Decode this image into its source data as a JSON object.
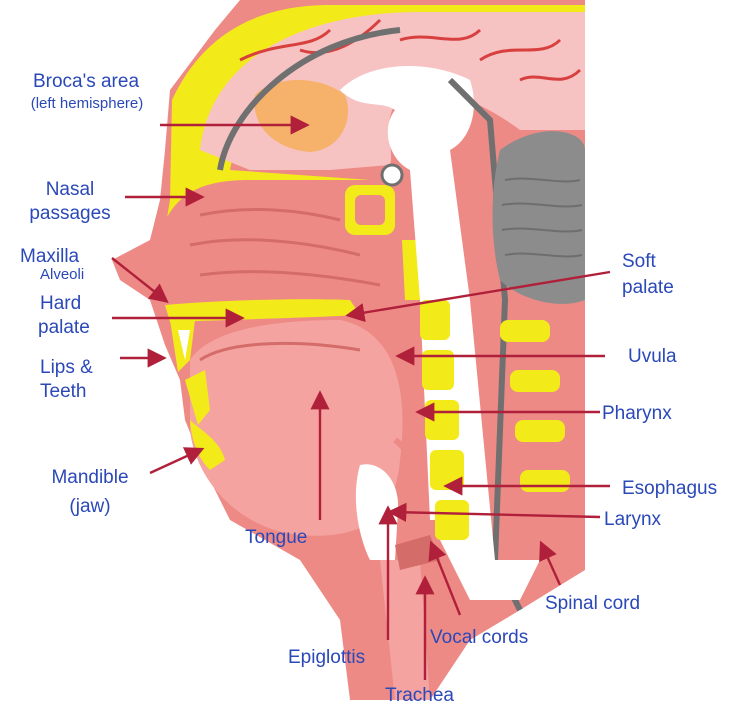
{
  "labels": {
    "broca": "Broca's area",
    "broca_sub": "(left hemisphere)",
    "nasal_1": "Nasal",
    "nasal_2": "passages",
    "maxilla": "Maxilla",
    "alveoli": "Alveoli",
    "hard_1": "Hard",
    "hard_2": "palate",
    "lips_1": "Lips &",
    "lips_2": "Teeth",
    "mandible_1": "Mandible",
    "mandible_2": "(jaw)",
    "tongue": "Tongue",
    "epiglottis": "Epiglottis",
    "vocal": "Vocal cords",
    "trachea": "Trachea",
    "soft_1": "Soft",
    "soft_2": "palate",
    "uvula": "Uvula",
    "pharynx": "Pharynx",
    "esophagus": "Esophagus",
    "larynx": "Larynx",
    "spinal": "Spinal cord"
  },
  "colors": {
    "label_text": "#2a48b8",
    "arrow": "#b0203a",
    "skin": "#ee8a86",
    "tissue": "#f4a3a0",
    "brain": "#f6c2c2",
    "bone": "#f3ea1a",
    "cerebellum": "#8c8c8c",
    "airway": "#ffffff",
    "dura": "#707070",
    "vessel": "#d8403f"
  }
}
